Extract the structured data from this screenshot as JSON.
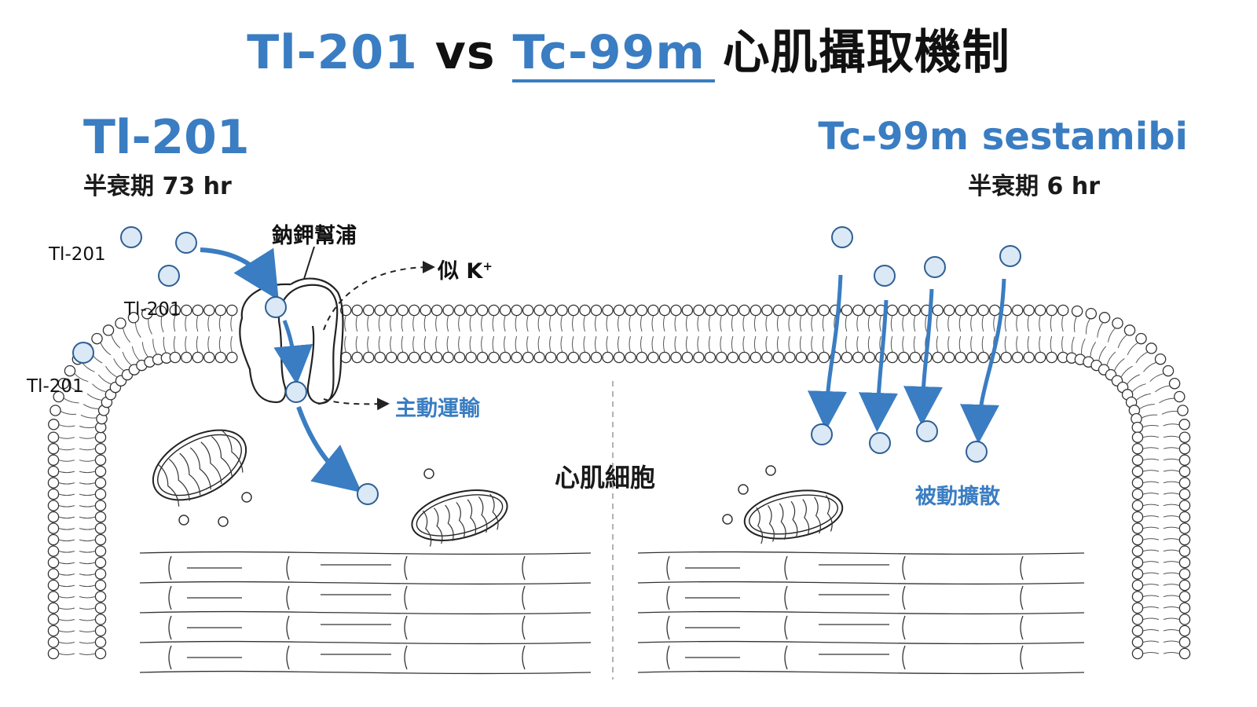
{
  "title": {
    "part1": "Tl-201",
    "part2": " vs ",
    "part3": "Tc-99m",
    "part4": " 心肌攝取機制"
  },
  "left": {
    "heading": "Tl-201",
    "half_life": "半衰期 73 hr",
    "ion_label": "Tl-201",
    "pump_label": "鈉鉀幫浦",
    "k_like": "似 K",
    "k_sup": "+",
    "mechanism": "主動運輸"
  },
  "right": {
    "heading": "Tc-99m sestamibi",
    "half_life": "半衰期 6 hr",
    "mechanism": "被動擴散"
  },
  "center_label": "心肌細胞",
  "colors": {
    "accent": "#3a7dc2",
    "particle_fill": "#dbe9f6",
    "line": "#222222"
  }
}
